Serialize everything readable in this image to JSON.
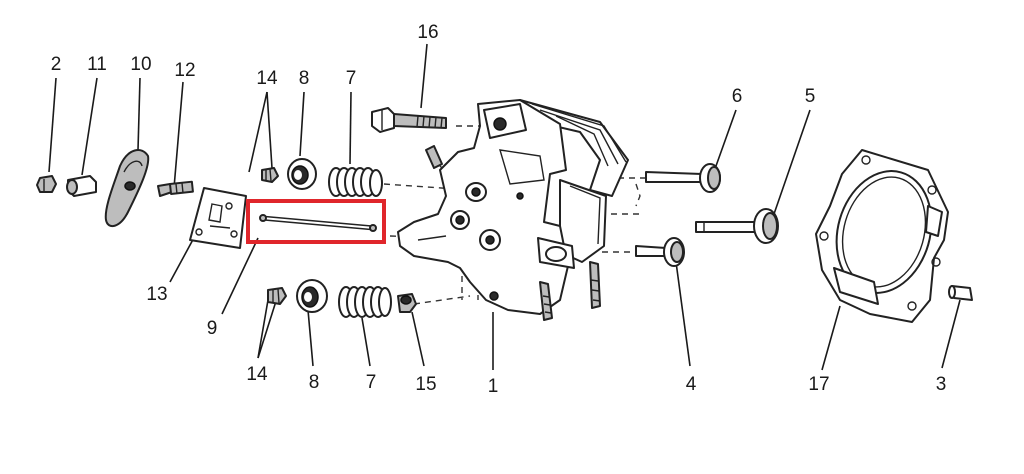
{
  "diagram": {
    "labels": {
      "p1": "1",
      "p2": "2",
      "p3": "3",
      "p4": "4",
      "p5": "5",
      "p6": "6",
      "p7_top": "7",
      "p7_bottom": "7",
      "p8_top": "8",
      "p8_bottom": "8",
      "p9": "9",
      "p10": "10",
      "p11": "11",
      "p12": "12",
      "p13": "13",
      "p14_top": "14",
      "p14_bottom": "14",
      "p15": "15",
      "p16": "16",
      "p17": "17"
    },
    "highlight_color": "#e0262b",
    "highlighted_part": "9"
  }
}
